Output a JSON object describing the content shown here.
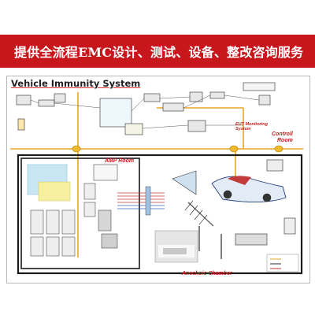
{
  "banner": {
    "text": "提供全流程EMC设计、测试、设备、整改咨询服务"
  },
  "diagram": {
    "title": "Vehicle Immunity System",
    "labels": {
      "control_room": "Controll\nRoom",
      "amp_room": "AMP Room",
      "anechoic_chamber": "Anechoic Chamber",
      "eut_monitoring": "EUT Monitoring\nSystem"
    }
  },
  "colors": {
    "banner_bg": "#c8161d",
    "banner_text": "#ffffff",
    "room_label": "#c81e1e",
    "bus_orange": "#e6a623",
    "line_black": "#2a2a2a",
    "chamber_border": "#1a1a1a",
    "highlight_blue": "#c9e6f5",
    "highlight_yellow": "#f6f0a0"
  }
}
